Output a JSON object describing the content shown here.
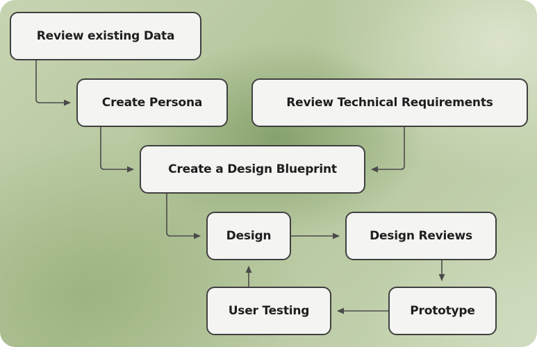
{
  "diagram": {
    "nodes": {
      "review_existing_data": "Review existing Data",
      "create_persona": "Create Persona",
      "review_technical_requirements": "Review Technical Requirements",
      "create_design_blueprint": "Create a Design Blueprint",
      "design": "Design",
      "design_reviews": "Design Reviews",
      "user_testing": "User Testing",
      "prototype": "Prototype"
    },
    "edges": [
      {
        "from": "Review existing Data",
        "to": "Create Persona"
      },
      {
        "from": "Create Persona",
        "to": "Create a Design Blueprint"
      },
      {
        "from": "Review Technical Requirements",
        "to": "Create a Design Blueprint"
      },
      {
        "from": "Create a Design Blueprint",
        "to": "Design"
      },
      {
        "from": "Design",
        "to": "Design Reviews"
      },
      {
        "from": "Design Reviews",
        "to": "Prototype"
      },
      {
        "from": "Prototype",
        "to": "User Testing"
      },
      {
        "from": "User Testing",
        "to": "Design"
      }
    ]
  },
  "colors": {
    "node_fill": "#f4f4f2",
    "node_border": "#3f3f3f",
    "connector": "#4a4a4a",
    "text": "#1e1e1e",
    "background": "#b8c8a0"
  }
}
